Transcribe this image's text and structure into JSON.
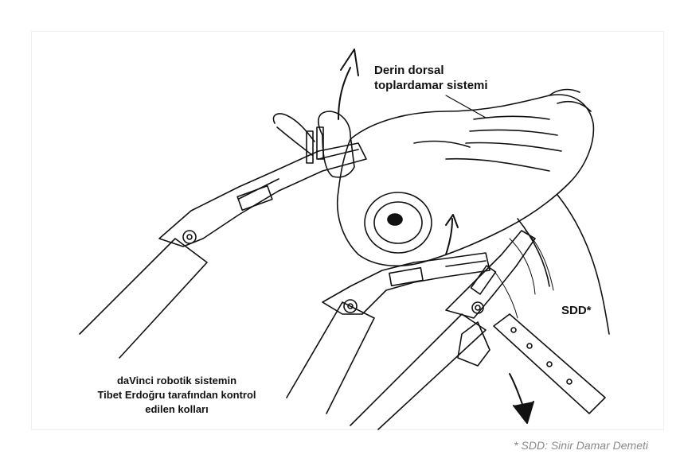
{
  "labels": {
    "dorsal_line1": "Derin dorsal",
    "dorsal_line2": "toplardamar sistemi",
    "sdd": "SDD*",
    "arms_line1": "daVinci robotik sistemin",
    "arms_line2": "Tibet Erdoğru tarafından kontrol",
    "arms_line3": "edilen kolları"
  },
  "footnote": "* SDD: Sinir Damar Demeti",
  "colors": {
    "ink": "#111111",
    "footnote": "#8a8a8a",
    "background": "#ffffff"
  }
}
